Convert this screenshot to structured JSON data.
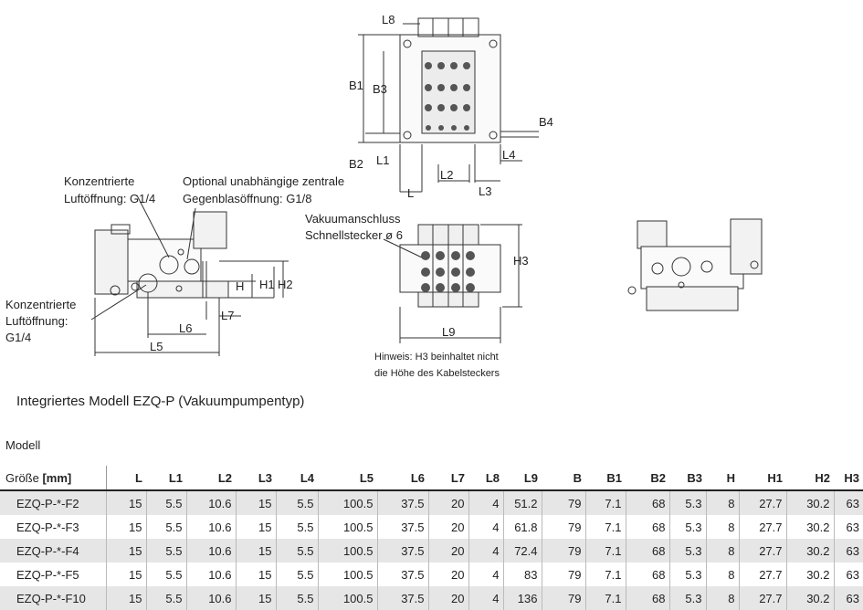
{
  "annotations": {
    "conc_port_upper": [
      "Konzentrierte",
      "Luftöffnung: G1/4"
    ],
    "counter_blow": [
      "Optional unabhängige zentrale",
      "Gegenblasöffnung: G1/8"
    ],
    "conc_port_lower": [
      "Konzentrierte",
      "Luftöffnung:",
      "G1/4"
    ],
    "vacuum_port": [
      "Vakuumanschluss",
      "Schnellstecker ø 6"
    ],
    "hint": [
      "Hinweis: H3 beinhaltet nicht",
      "die Höhe des Kabelsteckers"
    ]
  },
  "dimensions": {
    "top": [
      "L8",
      "B1",
      "B3",
      "B4",
      "B2",
      "L1",
      "L4",
      "L2",
      "L",
      "L3"
    ],
    "side": [
      "H",
      "H1",
      "H2",
      "L7",
      "L6",
      "L5"
    ],
    "front": [
      "H3",
      "L9"
    ]
  },
  "title": "Integriertes Modell EZQ-P (Vakuumpumpentyp)",
  "modell_label": "Modell",
  "table": {
    "size_label": "Größe",
    "unit": "[mm]",
    "columns": [
      "L",
      "L1",
      "L2",
      "L3",
      "L4",
      "L5",
      "L6",
      "L7",
      "L8",
      "L9",
      "B",
      "B1",
      "B2",
      "B3",
      "H",
      "H1",
      "H2",
      "H3"
    ],
    "rows": [
      [
        "EZQ-P-*-F2",
        "15",
        "5.5",
        "10.6",
        "15",
        "5.5",
        "100.5",
        "37.5",
        "20",
        "4",
        "51.2",
        "79",
        "7.1",
        "68",
        "5.3",
        "8",
        "27.7",
        "30.2",
        "63"
      ],
      [
        "EZQ-P-*-F3",
        "15",
        "5.5",
        "10.6",
        "15",
        "5.5",
        "100.5",
        "37.5",
        "20",
        "4",
        "61.8",
        "79",
        "7.1",
        "68",
        "5.3",
        "8",
        "27.7",
        "30.2",
        "63"
      ],
      [
        "EZQ-P-*-F4",
        "15",
        "5.5",
        "10.6",
        "15",
        "5.5",
        "100.5",
        "37.5",
        "20",
        "4",
        "72.4",
        "79",
        "7.1",
        "68",
        "5.3",
        "8",
        "27.7",
        "30.2",
        "63"
      ],
      [
        "EZQ-P-*-F5",
        "15",
        "5.5",
        "10.6",
        "15",
        "5.5",
        "100.5",
        "37.5",
        "20",
        "4",
        "83",
        "79",
        "7.1",
        "68",
        "5.3",
        "8",
        "27.7",
        "30.2",
        "63"
      ],
      [
        "EZQ-P-*-F10",
        "15",
        "5.5",
        "10.6",
        "15",
        "5.5",
        "100.5",
        "37.5",
        "20",
        "4",
        "136",
        "79",
        "7.1",
        "68",
        "5.3",
        "8",
        "27.7",
        "30.2",
        "63"
      ]
    ]
  }
}
